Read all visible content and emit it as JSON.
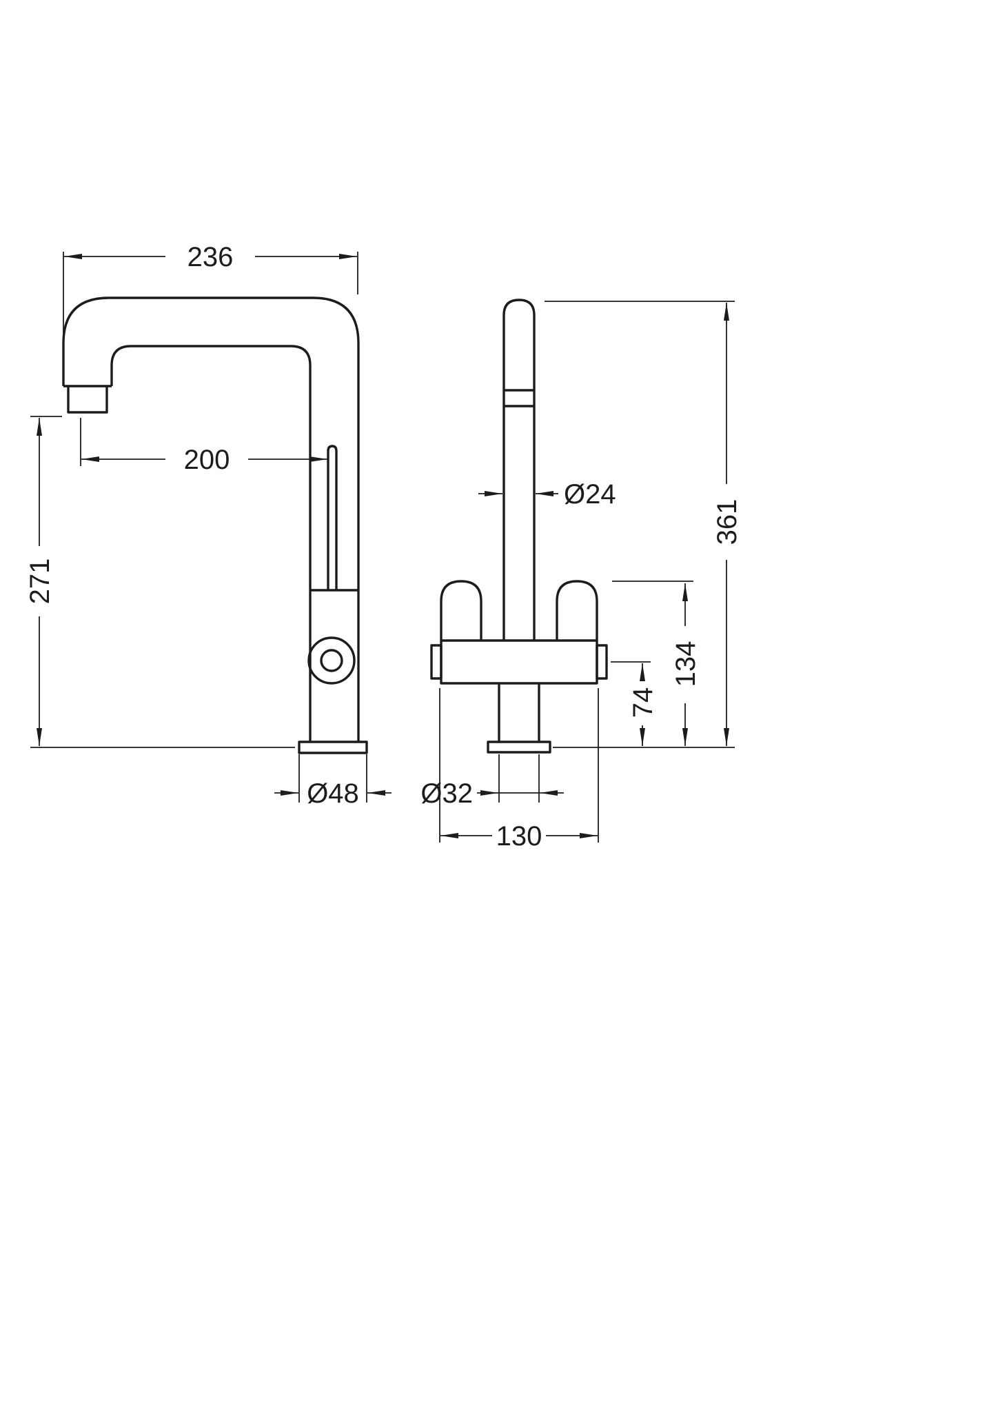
{
  "drawing": {
    "type": "tap-dimension-diagram",
    "line_color": "#1c1c1c",
    "background_color": "#ffffff",
    "side_view": {
      "spout_width": "236",
      "spout_reach": "200",
      "spout_height": "271",
      "base_diameter": "Ø48"
    },
    "front_view": {
      "spout_diameter": "Ø24",
      "overall_height": "361",
      "handle_height": "134",
      "cartridge_height": "74",
      "body_diameter": "Ø32",
      "handle_width": "130"
    }
  }
}
